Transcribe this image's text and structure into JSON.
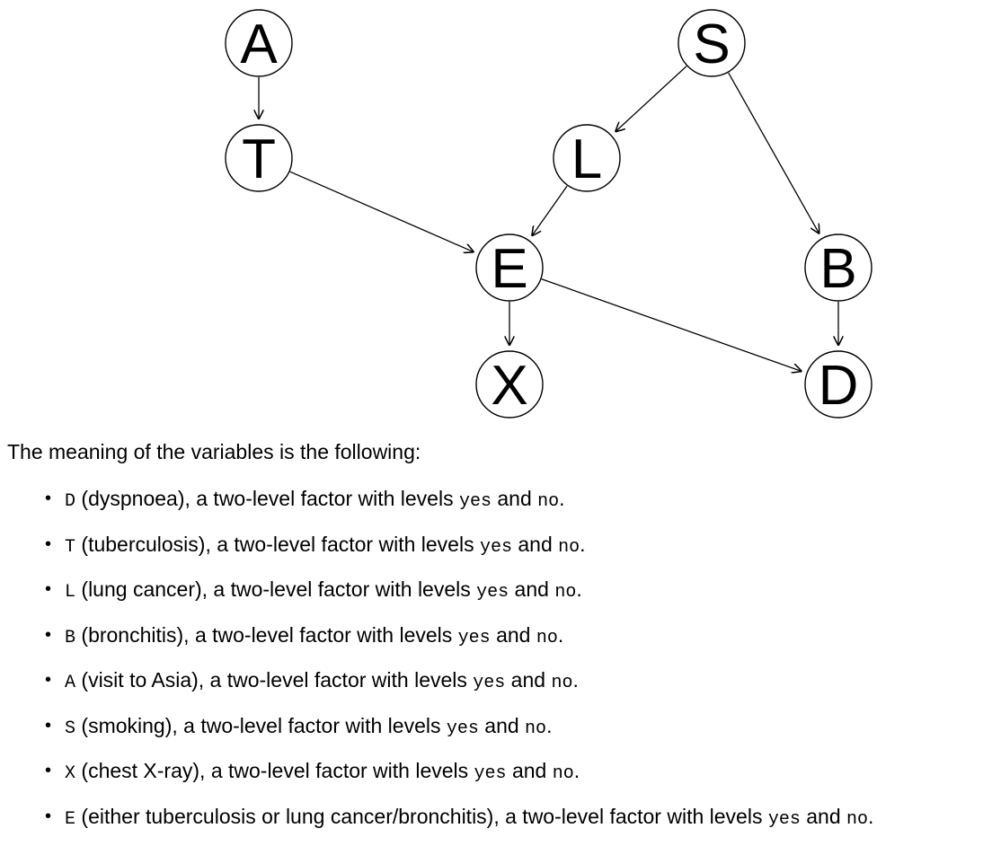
{
  "graph": {
    "nodes": [
      {
        "id": "A",
        "label": "A"
      },
      {
        "id": "S",
        "label": "S"
      },
      {
        "id": "T",
        "label": "T"
      },
      {
        "id": "L",
        "label": "L"
      },
      {
        "id": "E",
        "label": "E"
      },
      {
        "id": "B",
        "label": "B"
      },
      {
        "id": "X",
        "label": "X"
      },
      {
        "id": "D",
        "label": "D"
      }
    ],
    "edges": [
      {
        "from": "A",
        "to": "T"
      },
      {
        "from": "S",
        "to": "L"
      },
      {
        "from": "S",
        "to": "B"
      },
      {
        "from": "T",
        "to": "E"
      },
      {
        "from": "L",
        "to": "E"
      },
      {
        "from": "E",
        "to": "X"
      },
      {
        "from": "E",
        "to": "D"
      },
      {
        "from": "B",
        "to": "D"
      }
    ]
  },
  "intro": "The meaning of the variables is the following:",
  "variables": [
    {
      "code": "D",
      "desc": " (dyspnoea), a two-level factor with levels ",
      "level_yes": "yes",
      "and": " and ",
      "level_no": "no",
      "end": "."
    },
    {
      "code": "T",
      "desc": " (tuberculosis), a two-level factor with levels ",
      "level_yes": "yes",
      "and": " and ",
      "level_no": "no",
      "end": "."
    },
    {
      "code": "L",
      "desc": " (lung cancer), a two-level factor with levels ",
      "level_yes": "yes",
      "and": " and ",
      "level_no": "no",
      "end": "."
    },
    {
      "code": "B",
      "desc": " (bronchitis), a two-level factor with levels ",
      "level_yes": "yes",
      "and": " and ",
      "level_no": "no",
      "end": "."
    },
    {
      "code": "A",
      "desc": " (visit to Asia), a two-level factor with levels ",
      "level_yes": "yes",
      "and": " and ",
      "level_no": "no",
      "end": "."
    },
    {
      "code": "S",
      "desc": " (smoking), a two-level factor with levels ",
      "level_yes": "yes",
      "and": " and ",
      "level_no": "no",
      "end": "."
    },
    {
      "code": "X",
      "desc": " (chest X-ray), a two-level factor with levels ",
      "level_yes": "yes",
      "and": " and ",
      "level_no": "no",
      "end": "."
    },
    {
      "code": "E",
      "desc": " (either tuberculosis or lung cancer/bronchitis), a two-level factor with levels ",
      "level_yes": "yes",
      "and": " and ",
      "level_no": "no",
      "end": "."
    }
  ]
}
